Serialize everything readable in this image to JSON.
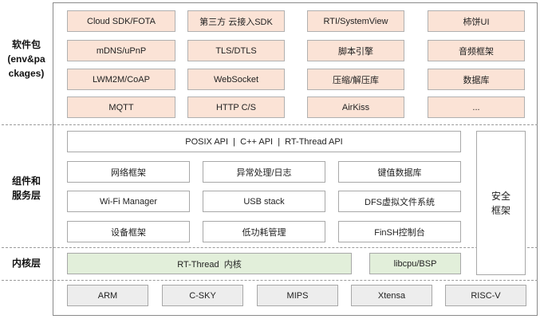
{
  "layers": {
    "packages": "软件包(env&packages)",
    "packages_lines": [
      "软件包",
      "(env&pa",
      "ckages)"
    ],
    "services_lines": [
      "组件和",
      "服务层"
    ],
    "kernel": "内核层"
  },
  "packages": [
    [
      "Cloud SDK/FOTA",
      "第三方 云接入SDK",
      "RTI/SystemView",
      "柿饼UI"
    ],
    [
      "mDNS/uPnP",
      "TLS/DTLS",
      "脚本引擎",
      "音频框架"
    ],
    [
      "LWM2M/CoAP",
      "WebSocket",
      "压缩/解压库",
      "数据库"
    ],
    [
      "MQTT",
      "HTTP C/S",
      "AirKiss",
      "..."
    ]
  ],
  "services": {
    "api_bar": "POSIX API  |  C++ API  |  RT-Thread API",
    "rows": [
      [
        "网络框架",
        "异常处理/日志",
        "键值数据库"
      ],
      [
        "Wi-Fi Manager",
        "USB stack",
        "DFS虚拟文件系统"
      ],
      [
        "设备框架",
        "低功耗管理",
        "FinSH控制台"
      ]
    ],
    "security_lines": [
      "安全",
      "框架"
    ]
  },
  "kernel": {
    "core": "RT-Thread  内核",
    "libcpu": "libcpu/BSP"
  },
  "arch": [
    "ARM",
    "C-SKY",
    "MIPS",
    "Xtensa",
    "RISC-V"
  ],
  "colors": {
    "packages_fill": "#fbe3d6",
    "kernel_fill": "#e2efda",
    "arch_fill": "#ededed",
    "border": "#a8a8a8"
  }
}
